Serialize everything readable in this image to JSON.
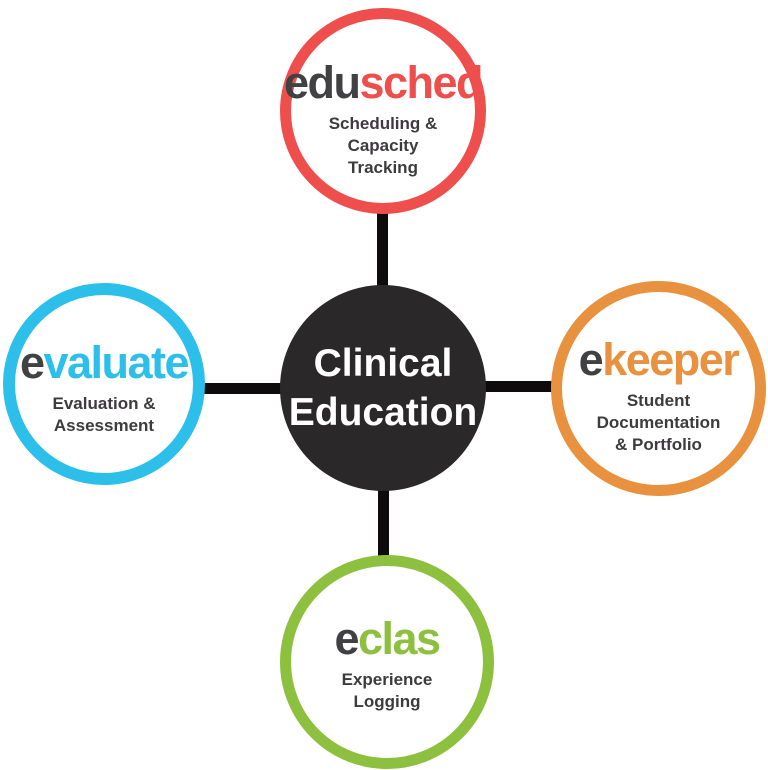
{
  "center": {
    "label_lines": [
      "Clinical",
      "Education"
    ],
    "bg_color": "#2b2829",
    "text_color": "#ffffff"
  },
  "connector_color": "#0d0b0b",
  "text_dark_color": "#414042",
  "subtitle_color": "#3d3b3d",
  "nodes": [
    {
      "id": "edusched",
      "position": "top",
      "title_prefix": "edu",
      "title_rest": "sched",
      "ring_color": "#ee4f4d",
      "title_rest_color": "#ee4f4d",
      "subtitle_lines": [
        "Scheduling &",
        "Capacity",
        "Tracking"
      ]
    },
    {
      "id": "evaluate",
      "position": "left",
      "title_prefix": "e",
      "title_rest": "valuate",
      "ring_color": "#2bbfe9",
      "title_rest_color": "#2bbfe9",
      "subtitle_lines": [
        "Evaluation &",
        "Assessment"
      ]
    },
    {
      "id": "ekeeper",
      "position": "right",
      "title_prefix": "e",
      "title_rest": "keeper",
      "ring_color": "#e8913e",
      "title_rest_color": "#e8913e",
      "subtitle_lines": [
        "Student",
        "Documentation",
        "& Portfolio"
      ]
    },
    {
      "id": "eclas",
      "position": "bottom",
      "title_prefix": "e",
      "title_rest": "clas",
      "ring_color": "#8ec03f",
      "title_rest_color": "#8ec03f",
      "subtitle_lines": [
        "Experience",
        "Logging"
      ]
    }
  ]
}
